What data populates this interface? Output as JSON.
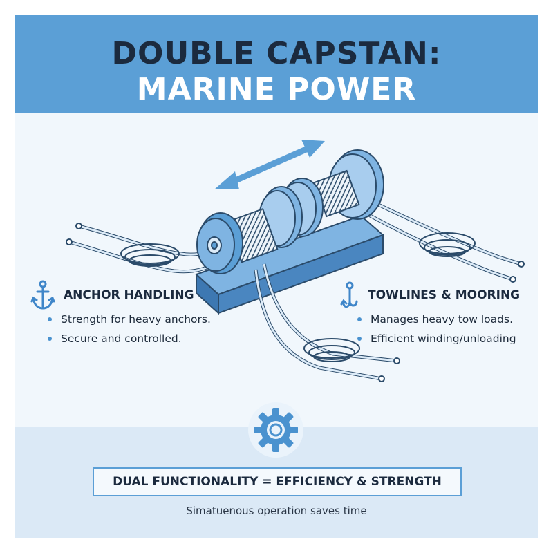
{
  "title": {
    "line1": "DOUBLE CAPSTAN:",
    "line2": "MARINE POWER"
  },
  "icons": {
    "left_section": "anchor-icon",
    "right_section": "anchor-icon",
    "footer": "gear-icon",
    "movement": "double-arrow-icon"
  },
  "colors": {
    "header": "#5b9fd6",
    "title_dark": "#1b2a3e",
    "accent": "#4a92cf",
    "background": "#f1f7fc"
  },
  "left_section": {
    "title": "ANCHOR HANDLING",
    "bullets": [
      "Strength for heavy anchors.",
      "Secure and controlled."
    ]
  },
  "right_section": {
    "title": "TOWLINES & MOORING",
    "bullets": [
      "Manages heavy tow loads.",
      "Efficient winding/unloading"
    ]
  },
  "summary": "DUAL FUNCTIONALITY = EFFICIENCY & STRENGTH",
  "caption": "Simatuenous operation saves time"
}
